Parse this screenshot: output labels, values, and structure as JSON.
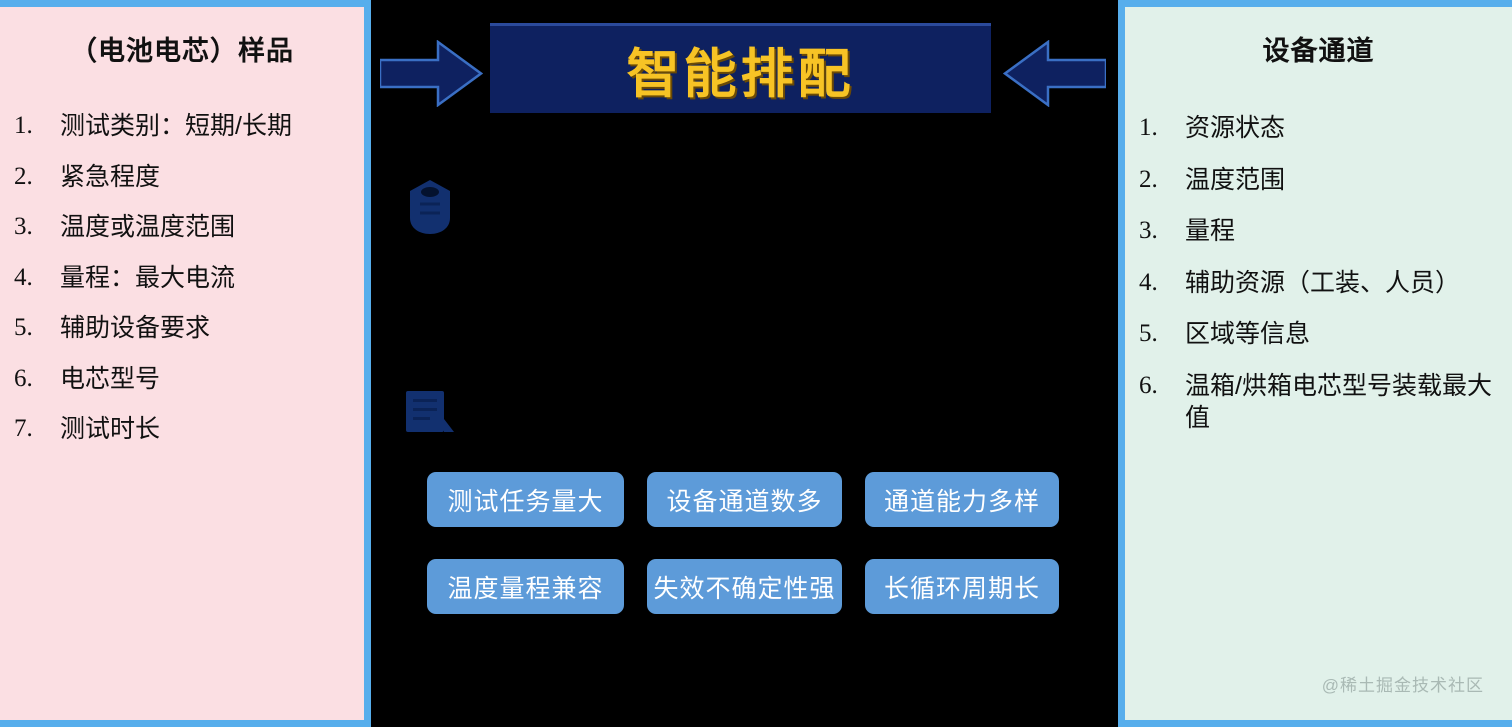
{
  "colors": {
    "left_panel_bg": "#fbdfe3",
    "right_panel_bg": "#e1f1ea",
    "panel_border": "#57aeec",
    "banner_bg": "#0e2160",
    "banner_text": "#f7c325",
    "tag_bg": "#5d9bd9",
    "tag_text": "#ffffff",
    "center_bg": "#000000",
    "arrow_fill": "#0e2160",
    "arrow_stroke": "#3a6fc4"
  },
  "left_panel": {
    "title": "（电池电芯）样品",
    "items": [
      {
        "num": "1.",
        "label": "测试类别：短期/长期"
      },
      {
        "num": "2.",
        "label": "紧急程度"
      },
      {
        "num": "3.",
        "label": "温度或温度范围"
      },
      {
        "num": "4.",
        "label": "量程：最大电流"
      },
      {
        "num": "5.",
        "label": "辅助设备要求"
      },
      {
        "num": "6.",
        "label": "电芯型号"
      },
      {
        "num": "7.",
        "label": "测试时长"
      }
    ]
  },
  "right_panel": {
    "title": "设备通道",
    "items": [
      {
        "num": "1.",
        "label": "资源状态"
      },
      {
        "num": "2.",
        "label": "温度范围"
      },
      {
        "num": "3.",
        "label": "量程"
      },
      {
        "num": "4.",
        "label": "辅助资源（工装、人员）"
      },
      {
        "num": "5.",
        "label": "区域等信息"
      },
      {
        "num": "6.",
        "label": "温箱/烘箱电芯型号装载最大值"
      }
    ],
    "watermark": "@稀土掘金技术社区"
  },
  "center": {
    "banner_title": "智能排配",
    "arrow_left_icon": "arrow-right-icon",
    "arrow_right_icon": "arrow-left-icon",
    "ghost_icons": [
      {
        "name": "battery-cell-icon"
      },
      {
        "name": "document-list-icon"
      }
    ],
    "tag_rows": [
      [
        {
          "label": "测试任务量大"
        },
        {
          "label": "设备通道数多"
        },
        {
          "label": "通道能力多样"
        }
      ],
      [
        {
          "label": "温度量程兼容"
        },
        {
          "label": "失效不确定性强"
        },
        {
          "label": "长循环周期长"
        }
      ]
    ]
  }
}
